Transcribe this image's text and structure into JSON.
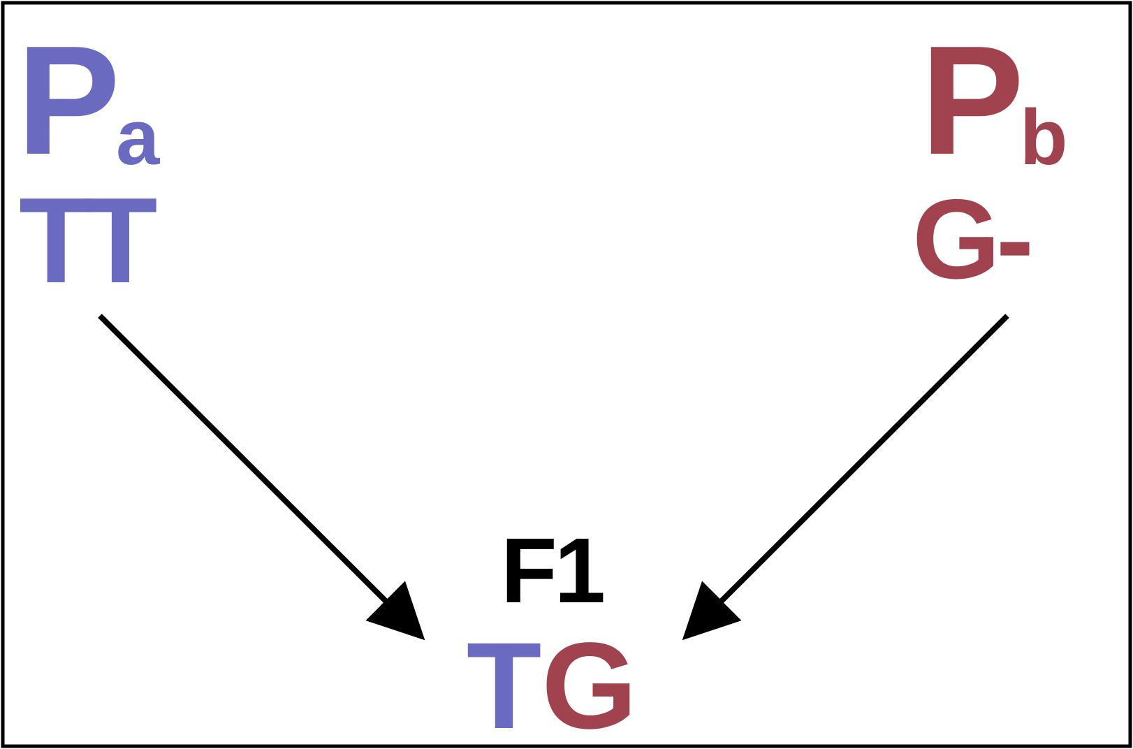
{
  "colors": {
    "parent_a": "#6a6bc0",
    "parent_b": "#a0434f",
    "arrow": "#000000",
    "frame": "#000000",
    "label": "#000000"
  },
  "parent_a": {
    "symbol": "P",
    "subscript": "a",
    "genotype": "TT"
  },
  "parent_b": {
    "symbol": "P",
    "subscript": "b",
    "genotype": "G-"
  },
  "offspring": {
    "label": "F1",
    "allele_from_a": "T",
    "allele_from_b": "G"
  }
}
